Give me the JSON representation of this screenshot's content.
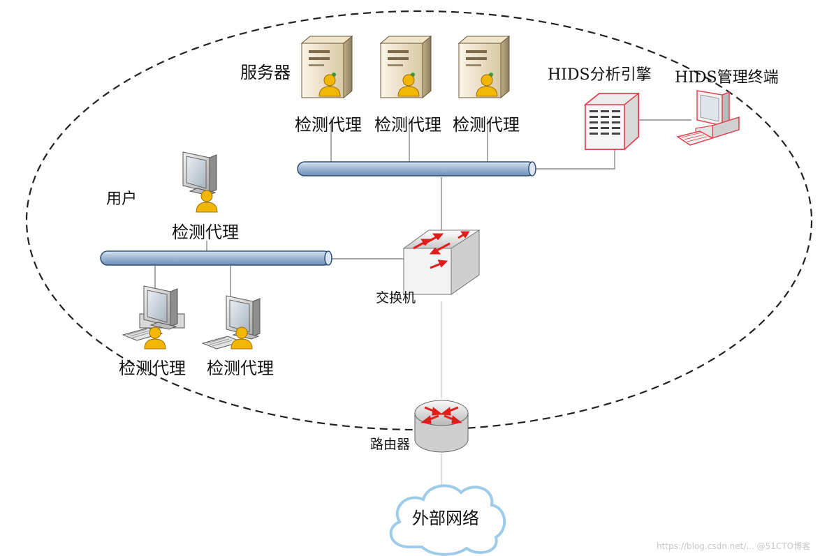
{
  "labels": {
    "servers": "服务器",
    "agent": "检测代理",
    "users": "用户",
    "hids_engine": "HIDS分析引擎",
    "hids_terminal": "HIDS管理终端",
    "switch": "交换机",
    "router": "路由器",
    "external_network": "外部网络"
  },
  "watermark": "https://blog.csdn.net/... @51CTO博客",
  "colors": {
    "bus_fill": "#a9c0da",
    "bus_stroke": "#2d4f74",
    "person": "#f2b705",
    "arrow_red": "#e21b1b",
    "hids_outline": "#e0454f",
    "cloud_stroke": "#9ecbe9"
  }
}
